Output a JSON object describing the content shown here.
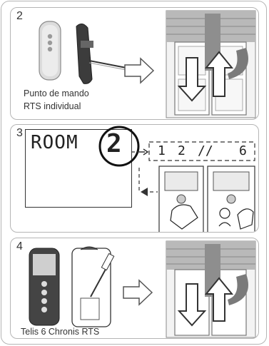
{
  "steps": [
    {
      "number": "2",
      "caption_line1": "Punto de mando",
      "caption_line2": "RTS individual"
    },
    {
      "number": "3",
      "display_word": "ROOM",
      "display_channel": "2",
      "sequence": [
        "1",
        "2",
        "//",
        "6"
      ]
    },
    {
      "number": "4",
      "caption_line1": "Telis 6 Chronis RTS"
    }
  ],
  "icons": [
    "remote-control-icon",
    "window-shutter-icon",
    "arrow-right-icon",
    "hand-press-icon",
    "screwdriver-icon"
  ]
}
